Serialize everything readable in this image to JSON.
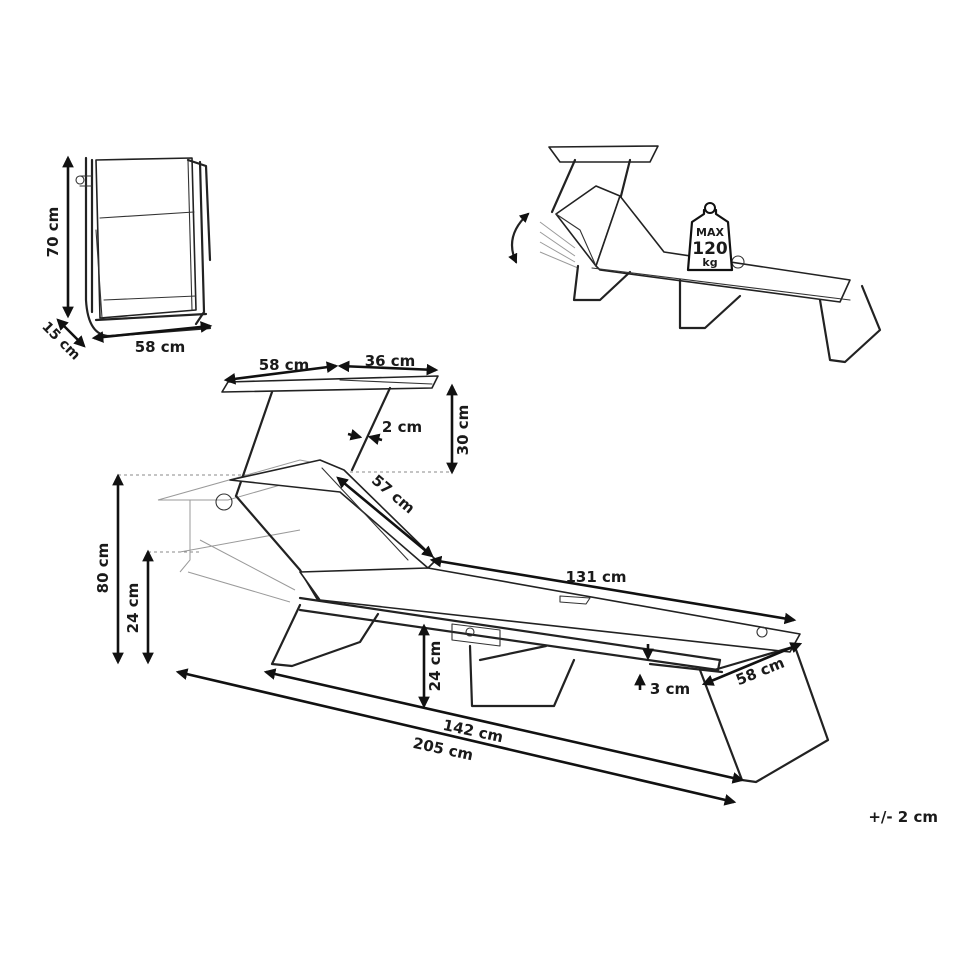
{
  "folded_view": {
    "height": "70 cm",
    "depth": "15 cm",
    "width": "58 cm"
  },
  "small_view": {
    "max_label": "MAX",
    "max_value": "120",
    "max_unit": "kg"
  },
  "main_view": {
    "canopy_width": "58 cm",
    "canopy_depth": "36 cm",
    "canopy_offset": "2 cm",
    "canopy_height": "30 cm",
    "backrest_length": "57 cm",
    "total_height": "80 cm",
    "seat_height_left": "24 cm",
    "bed_length": "131 cm",
    "seat_height_center": "24 cm",
    "frame_thickness": "3 cm",
    "bed_width": "58 cm",
    "length_upright": "142 cm",
    "length_flat": "205 cm"
  },
  "tolerance": "+/- 2 cm"
}
